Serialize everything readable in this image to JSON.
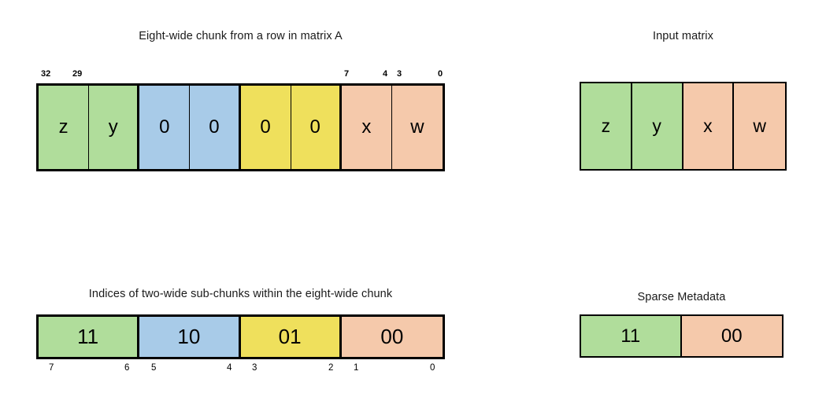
{
  "colors": {
    "green": "#b0dd9b",
    "blue": "#a8cbe8",
    "yellow": "#efe05c",
    "peach": "#f5c9ab",
    "border": "#000000",
    "background": "#ffffff",
    "text": "#000000"
  },
  "titles": {
    "chunk": "Eight-wide chunk from a row in matrix A",
    "indices": "Indices of two-wide sub-chunks within the eight-wide chunk",
    "input_matrix": "Input matrix",
    "sparse_metadata": "Sparse Metadata"
  },
  "chunk_row": {
    "cells": [
      {
        "value": "z",
        "color": "green"
      },
      {
        "value": "y",
        "color": "green"
      },
      {
        "value": "0",
        "color": "blue"
      },
      {
        "value": "0",
        "color": "blue"
      },
      {
        "value": "0",
        "color": "yellow"
      },
      {
        "value": "0",
        "color": "yellow"
      },
      {
        "value": "x",
        "color": "peach"
      },
      {
        "value": "w",
        "color": "peach"
      }
    ],
    "top_bit_labels": [
      "32",
      "29",
      "7",
      "4",
      "3",
      "0"
    ]
  },
  "indices_row": {
    "cells": [
      {
        "value": "11",
        "color": "green"
      },
      {
        "value": "10",
        "color": "blue"
      },
      {
        "value": "01",
        "color": "yellow"
      },
      {
        "value": "00",
        "color": "peach"
      }
    ],
    "bottom_bit_labels": [
      "7",
      "6",
      "5",
      "4",
      "3",
      "2",
      "1",
      "0"
    ]
  },
  "input_matrix": {
    "cells": [
      {
        "value": "z",
        "color": "green"
      },
      {
        "value": "y",
        "color": "green"
      },
      {
        "value": "x",
        "color": "peach"
      },
      {
        "value": "w",
        "color": "peach"
      }
    ]
  },
  "sparse_metadata": {
    "cells": [
      {
        "value": "11",
        "color": "green"
      },
      {
        "value": "00",
        "color": "peach"
      }
    ]
  }
}
